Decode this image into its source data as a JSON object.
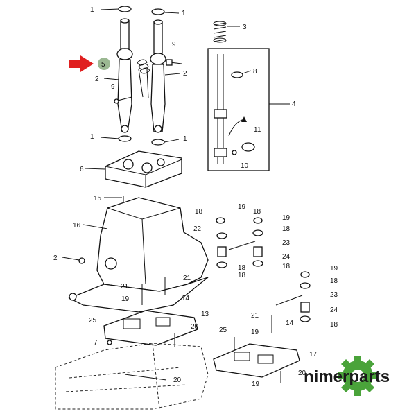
{
  "diagram": {
    "callouts": {
      "c1a": "1",
      "c1b": "1",
      "c1c": "1",
      "c1d": "1",
      "c2a": "2",
      "c2b": "2",
      "c2c": "2",
      "c3": "3",
      "c4": "4",
      "c5": "5",
      "c6": "6",
      "c7": "7",
      "c8": "8",
      "c9a": "9",
      "c9b": "9",
      "c10": "10",
      "c11": "11",
      "c13": "13",
      "c14a": "14",
      "c14b": "14",
      "c15": "15",
      "c16": "16",
      "c17": "17",
      "c18a": "18",
      "c18b": "18",
      "c18c": "18",
      "c18d": "18",
      "c18e": "18",
      "c18f": "18",
      "c18g": "18",
      "c18h": "18",
      "c19a": "19",
      "c19b": "19",
      "c19c": "19",
      "c19d": "19",
      "c19e": "19",
      "c19f": "19",
      "c20a": "20",
      "c20b": "20",
      "c20c": "20",
      "c21a": "21",
      "c21b": "21",
      "c21c": "21",
      "c22": "22",
      "c23a": "23",
      "c23b": "23",
      "c24a": "24",
      "c24b": "24",
      "c25a": "25",
      "c25b": "25"
    },
    "highlight_color": "#e02020",
    "marker_color": "#9bb892"
  },
  "brand": {
    "name": "nimerparts",
    "gear_color": "#4aa33a"
  }
}
